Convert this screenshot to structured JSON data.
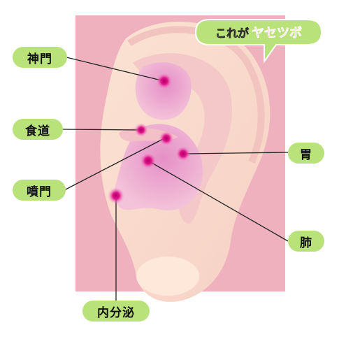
{
  "callout": {
    "prefix": "これが",
    "highlight": "ヤセツボ"
  },
  "labels": {
    "shinmon": "神門",
    "shokudo": "食道",
    "funmon": "噴門",
    "i": "胃",
    "hai": "肺",
    "naibunpitsu": "内分泌"
  },
  "colors": {
    "label_bg": "#b9e27a",
    "highlight_text": "#ff3fbf",
    "point": "#e0138c"
  }
}
